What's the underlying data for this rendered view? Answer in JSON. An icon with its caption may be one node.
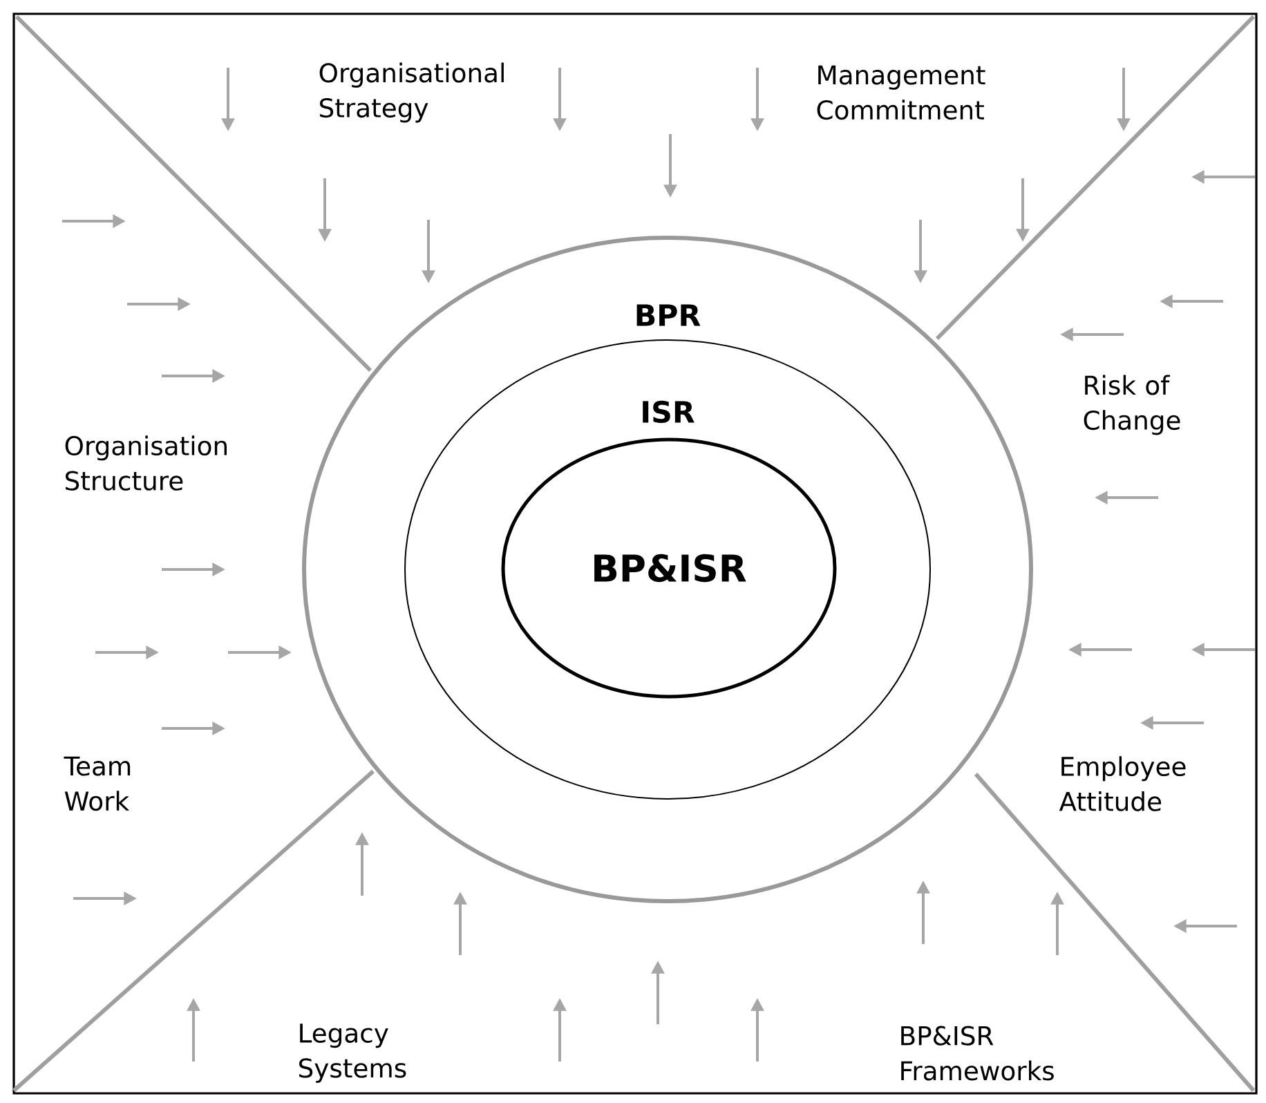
{
  "diagram": {
    "nodes": [
      {
        "text": [
          "BPR"
        ]
      },
      {
        "text": [
          "ISR"
        ],
        "in": 0
      },
      {
        "text": [
          "BP&ISR"
        ],
        "in": 1
      }
    ],
    "labels": [
      "Organisational Strategy",
      "Management Commitment",
      "Organisation Structure",
      "Risk of Change",
      "Team Work",
      "Employee Attitude",
      "Legacy Systems",
      "BP&ISR Frameworks"
    ]
  }
}
